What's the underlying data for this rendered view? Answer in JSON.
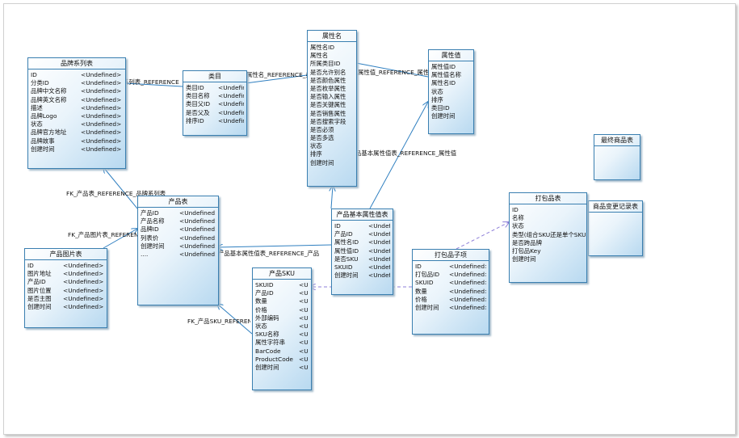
{
  "entities": {
    "brand_series": {
      "title": "品牌系列表",
      "fields": [
        {
          "name": "ID",
          "type": "<Undefined>"
        },
        {
          "name": "分类ID",
          "type": "<Undefined>"
        },
        {
          "name": "品牌中文名称",
          "type": "<Undefined>"
        },
        {
          "name": "品牌英文名称",
          "type": "<Undefined>"
        },
        {
          "name": "描述",
          "type": "<Undefined>"
        },
        {
          "name": "品牌Logo",
          "type": "<Undefined>"
        },
        {
          "name": "状态",
          "type": "<Undefined>"
        },
        {
          "name": "品牌官方地址",
          "type": "<Undefined>"
        },
        {
          "name": "品牌故事",
          "type": "<Undefined>"
        },
        {
          "name": "创建时间",
          "type": "<Undefined>"
        }
      ]
    },
    "category": {
      "title": "类目",
      "fields": [
        {
          "name": "类目ID",
          "type": "<Undefin"
        },
        {
          "name": "类目名称",
          "type": "<Undefin"
        },
        {
          "name": "类目父ID",
          "type": "<Undefin"
        },
        {
          "name": "是否父及",
          "type": "<Undefin"
        },
        {
          "name": "排序ID",
          "type": "<Undefin"
        }
      ]
    },
    "attr_name": {
      "title": "属性名",
      "fields": [
        {
          "name": "属性名ID",
          "type": ""
        },
        {
          "name": "属性名",
          "type": ""
        },
        {
          "name": "所属类目ID",
          "type": ""
        },
        {
          "name": "是否允许别名",
          "type": ""
        },
        {
          "name": "是否颜色属性",
          "type": ""
        },
        {
          "name": "是否枚举属性",
          "type": ""
        },
        {
          "name": "是否输入属性",
          "type": ""
        },
        {
          "name": "是否关键属性",
          "type": ""
        },
        {
          "name": "是否销售属性",
          "type": ""
        },
        {
          "name": "是否搜索字段",
          "type": ""
        },
        {
          "name": "是否必须",
          "type": ""
        },
        {
          "name": "是否多选",
          "type": ""
        },
        {
          "name": "状态",
          "type": ""
        },
        {
          "name": "排序",
          "type": ""
        },
        {
          "name": "创建时间",
          "type": ""
        }
      ]
    },
    "attr_value": {
      "title": "属性值",
      "fields": [
        {
          "name": "属性值ID",
          "type": ""
        },
        {
          "name": "属性值名称",
          "type": ""
        },
        {
          "name": "属性名ID",
          "type": ""
        },
        {
          "name": "状态",
          "type": ""
        },
        {
          "name": "排序",
          "type": ""
        },
        {
          "name": "类目ID",
          "type": ""
        },
        {
          "name": "创建时间",
          "type": ""
        }
      ]
    },
    "bestseller": {
      "title": "最终商品表",
      "fields": []
    },
    "product_change_log": {
      "title": "商品变更记录表",
      "fields": []
    },
    "product": {
      "title": "产品表",
      "fields": [
        {
          "name": "产品ID",
          "type": "<Undefined>"
        },
        {
          "name": "产品名称",
          "type": "<Undefined>"
        },
        {
          "name": "品牌ID",
          "type": "<Undefined>"
        },
        {
          "name": "列表价",
          "type": "<Undefined>"
        },
        {
          "name": "创建时间",
          "type": "<Undefined>"
        },
        {
          "name": "....",
          "type": "<Undefined>"
        }
      ]
    },
    "product_image": {
      "title": "产品图片表",
      "fields": [
        {
          "name": "ID",
          "type": "<Undefined>"
        },
        {
          "name": "图片地址",
          "type": "<Undefined>"
        },
        {
          "name": "产品ID",
          "type": "<Undefined>"
        },
        {
          "name": "图片位置",
          "type": "<Undefined>"
        },
        {
          "name": "是否主图",
          "type": "<Undefined>"
        },
        {
          "name": "创建时间",
          "type": "<Undefined>"
        }
      ]
    },
    "product_attr_value": {
      "title": "产品基本属性值表",
      "fields": [
        {
          "name": "ID",
          "type": "<Undefi"
        },
        {
          "name": "产品ID",
          "type": "<Undefi"
        },
        {
          "name": "属性名ID",
          "type": "<Undefi"
        },
        {
          "name": "属性值ID",
          "type": "<Undefi"
        },
        {
          "name": "是否SKU",
          "type": "<Undefi"
        },
        {
          "name": "SKUID",
          "type": "<Undefi"
        },
        {
          "name": "创建时间",
          "type": "<Undefi"
        }
      ]
    },
    "product_sku": {
      "title": "产品SKU",
      "fields": [
        {
          "name": "SKUID",
          "type": "<Un"
        },
        {
          "name": "产品ID",
          "type": "<Un"
        },
        {
          "name": "数量",
          "type": "<Un"
        },
        {
          "name": "价格",
          "type": "<Un"
        },
        {
          "name": "外部编码",
          "type": "<Un"
        },
        {
          "name": "状态",
          "type": "<Un"
        },
        {
          "name": "SKU名称",
          "type": "<Un"
        },
        {
          "name": "属性字符串",
          "type": "<Un"
        },
        {
          "name": "BarCode",
          "type": "<Un"
        },
        {
          "name": "ProductCode",
          "type": "<Un"
        },
        {
          "name": "创建时间",
          "type": "<Un"
        }
      ]
    },
    "bundle_item": {
      "title": "打包品子项",
      "fields": [
        {
          "name": "ID",
          "type": "<Undefined>"
        },
        {
          "name": "打包品ID",
          "type": "<Undefined>"
        },
        {
          "name": "SKUID",
          "type": "<Undefined>"
        },
        {
          "name": "数量",
          "type": "<Undefined>"
        },
        {
          "name": "价格",
          "type": "<Undefined>"
        },
        {
          "name": "创建时间",
          "type": "<Undefined>"
        }
      ]
    },
    "bundle": {
      "title": "打包品表",
      "fields": [
        {
          "name": "ID",
          "type": ""
        },
        {
          "name": "名称",
          "type": ""
        },
        {
          "name": "状态",
          "type": ""
        },
        {
          "name": "类型(组合SKU还是单个SKU)",
          "type": ""
        },
        {
          "name": "是否跨品牌",
          "type": ""
        },
        {
          "name": "打包品Key",
          "type": ""
        },
        {
          "name": "创建时间",
          "type": ""
        }
      ]
    }
  },
  "relations": {
    "series_category": "系列表_REFERENCE",
    "category_attrname": "属性名_REFERENCE_类目",
    "attrvalue_attrname": "属性值_REFERENCE_属性名",
    "pav_attrvalue": "品基本属性值表_REFERENCE_属性值",
    "product_series": "FK_产品表_REFERENCE_品牌系列表",
    "image_product": "FK_产品图片表_REFERENCE_产品表",
    "pav_product": "产品基本属性值表_REFERENCE_产品",
    "sku_product": "FK_产品SKU_REFERENCE_产品表"
  },
  "colors": {
    "line": "#2f7fc0",
    "dashed": "#8d7fd8",
    "border": "#3a7fb0"
  }
}
